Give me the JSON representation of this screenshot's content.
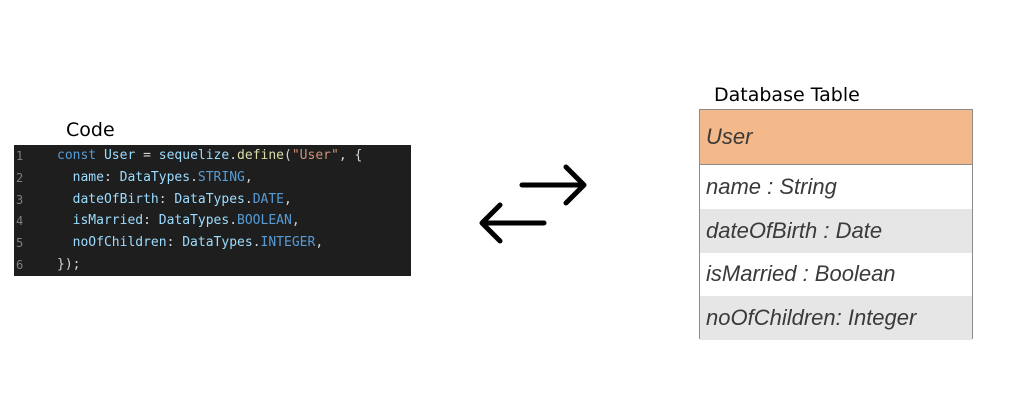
{
  "code_label": "Code",
  "db_label": "Database Table",
  "code": {
    "lines": [
      {
        "num": "1",
        "parts": [
          {
            "t": "const ",
            "c": "kw"
          },
          {
            "t": "User",
            "c": "id"
          },
          {
            "t": " = ",
            "c": ""
          },
          {
            "t": "sequelize",
            "c": "id"
          },
          {
            "t": ".",
            "c": ""
          },
          {
            "t": "define",
            "c": "fn"
          },
          {
            "t": "(",
            "c": ""
          },
          {
            "t": "\"User\"",
            "c": "str"
          },
          {
            "t": ", {",
            "c": ""
          }
        ]
      },
      {
        "num": "2",
        "parts": [
          {
            "t": "  name",
            "c": "id"
          },
          {
            "t": ": ",
            "c": ""
          },
          {
            "t": "DataTypes",
            "c": "id"
          },
          {
            "t": ".",
            "c": ""
          },
          {
            "t": "STRING",
            "c": "ty"
          },
          {
            "t": ",",
            "c": ""
          }
        ]
      },
      {
        "num": "3",
        "parts": [
          {
            "t": "  dateOfBirth",
            "c": "id"
          },
          {
            "t": ": ",
            "c": ""
          },
          {
            "t": "DataTypes",
            "c": "id"
          },
          {
            "t": ".",
            "c": ""
          },
          {
            "t": "DATE",
            "c": "ty"
          },
          {
            "t": ",",
            "c": ""
          }
        ]
      },
      {
        "num": "4",
        "parts": [
          {
            "t": "  isMarried",
            "c": "id"
          },
          {
            "t": ": ",
            "c": ""
          },
          {
            "t": "DataTypes",
            "c": "id"
          },
          {
            "t": ".",
            "c": ""
          },
          {
            "t": "BOOLEAN",
            "c": "ty"
          },
          {
            "t": ",",
            "c": ""
          }
        ]
      },
      {
        "num": "5",
        "parts": [
          {
            "t": "  noOfChildren",
            "c": "id"
          },
          {
            "t": ": ",
            "c": ""
          },
          {
            "t": "DataTypes",
            "c": "id"
          },
          {
            "t": ".",
            "c": ""
          },
          {
            "t": "INTEGER",
            "c": "ty"
          },
          {
            "t": ",",
            "c": ""
          }
        ]
      },
      {
        "num": "6",
        "parts": [
          {
            "t": "});",
            "c": ""
          }
        ]
      }
    ]
  },
  "table": {
    "header": "User",
    "rows": [
      "name : String",
      "dateOfBirth : Date",
      "isMarried : Boolean",
      "noOfChildren: Integer"
    ],
    "header_color": "#f4b98b",
    "stripe_colors": [
      "#ffffff",
      "#e6e6e6"
    ]
  },
  "arrow_icon": "bidirectional-arrows"
}
